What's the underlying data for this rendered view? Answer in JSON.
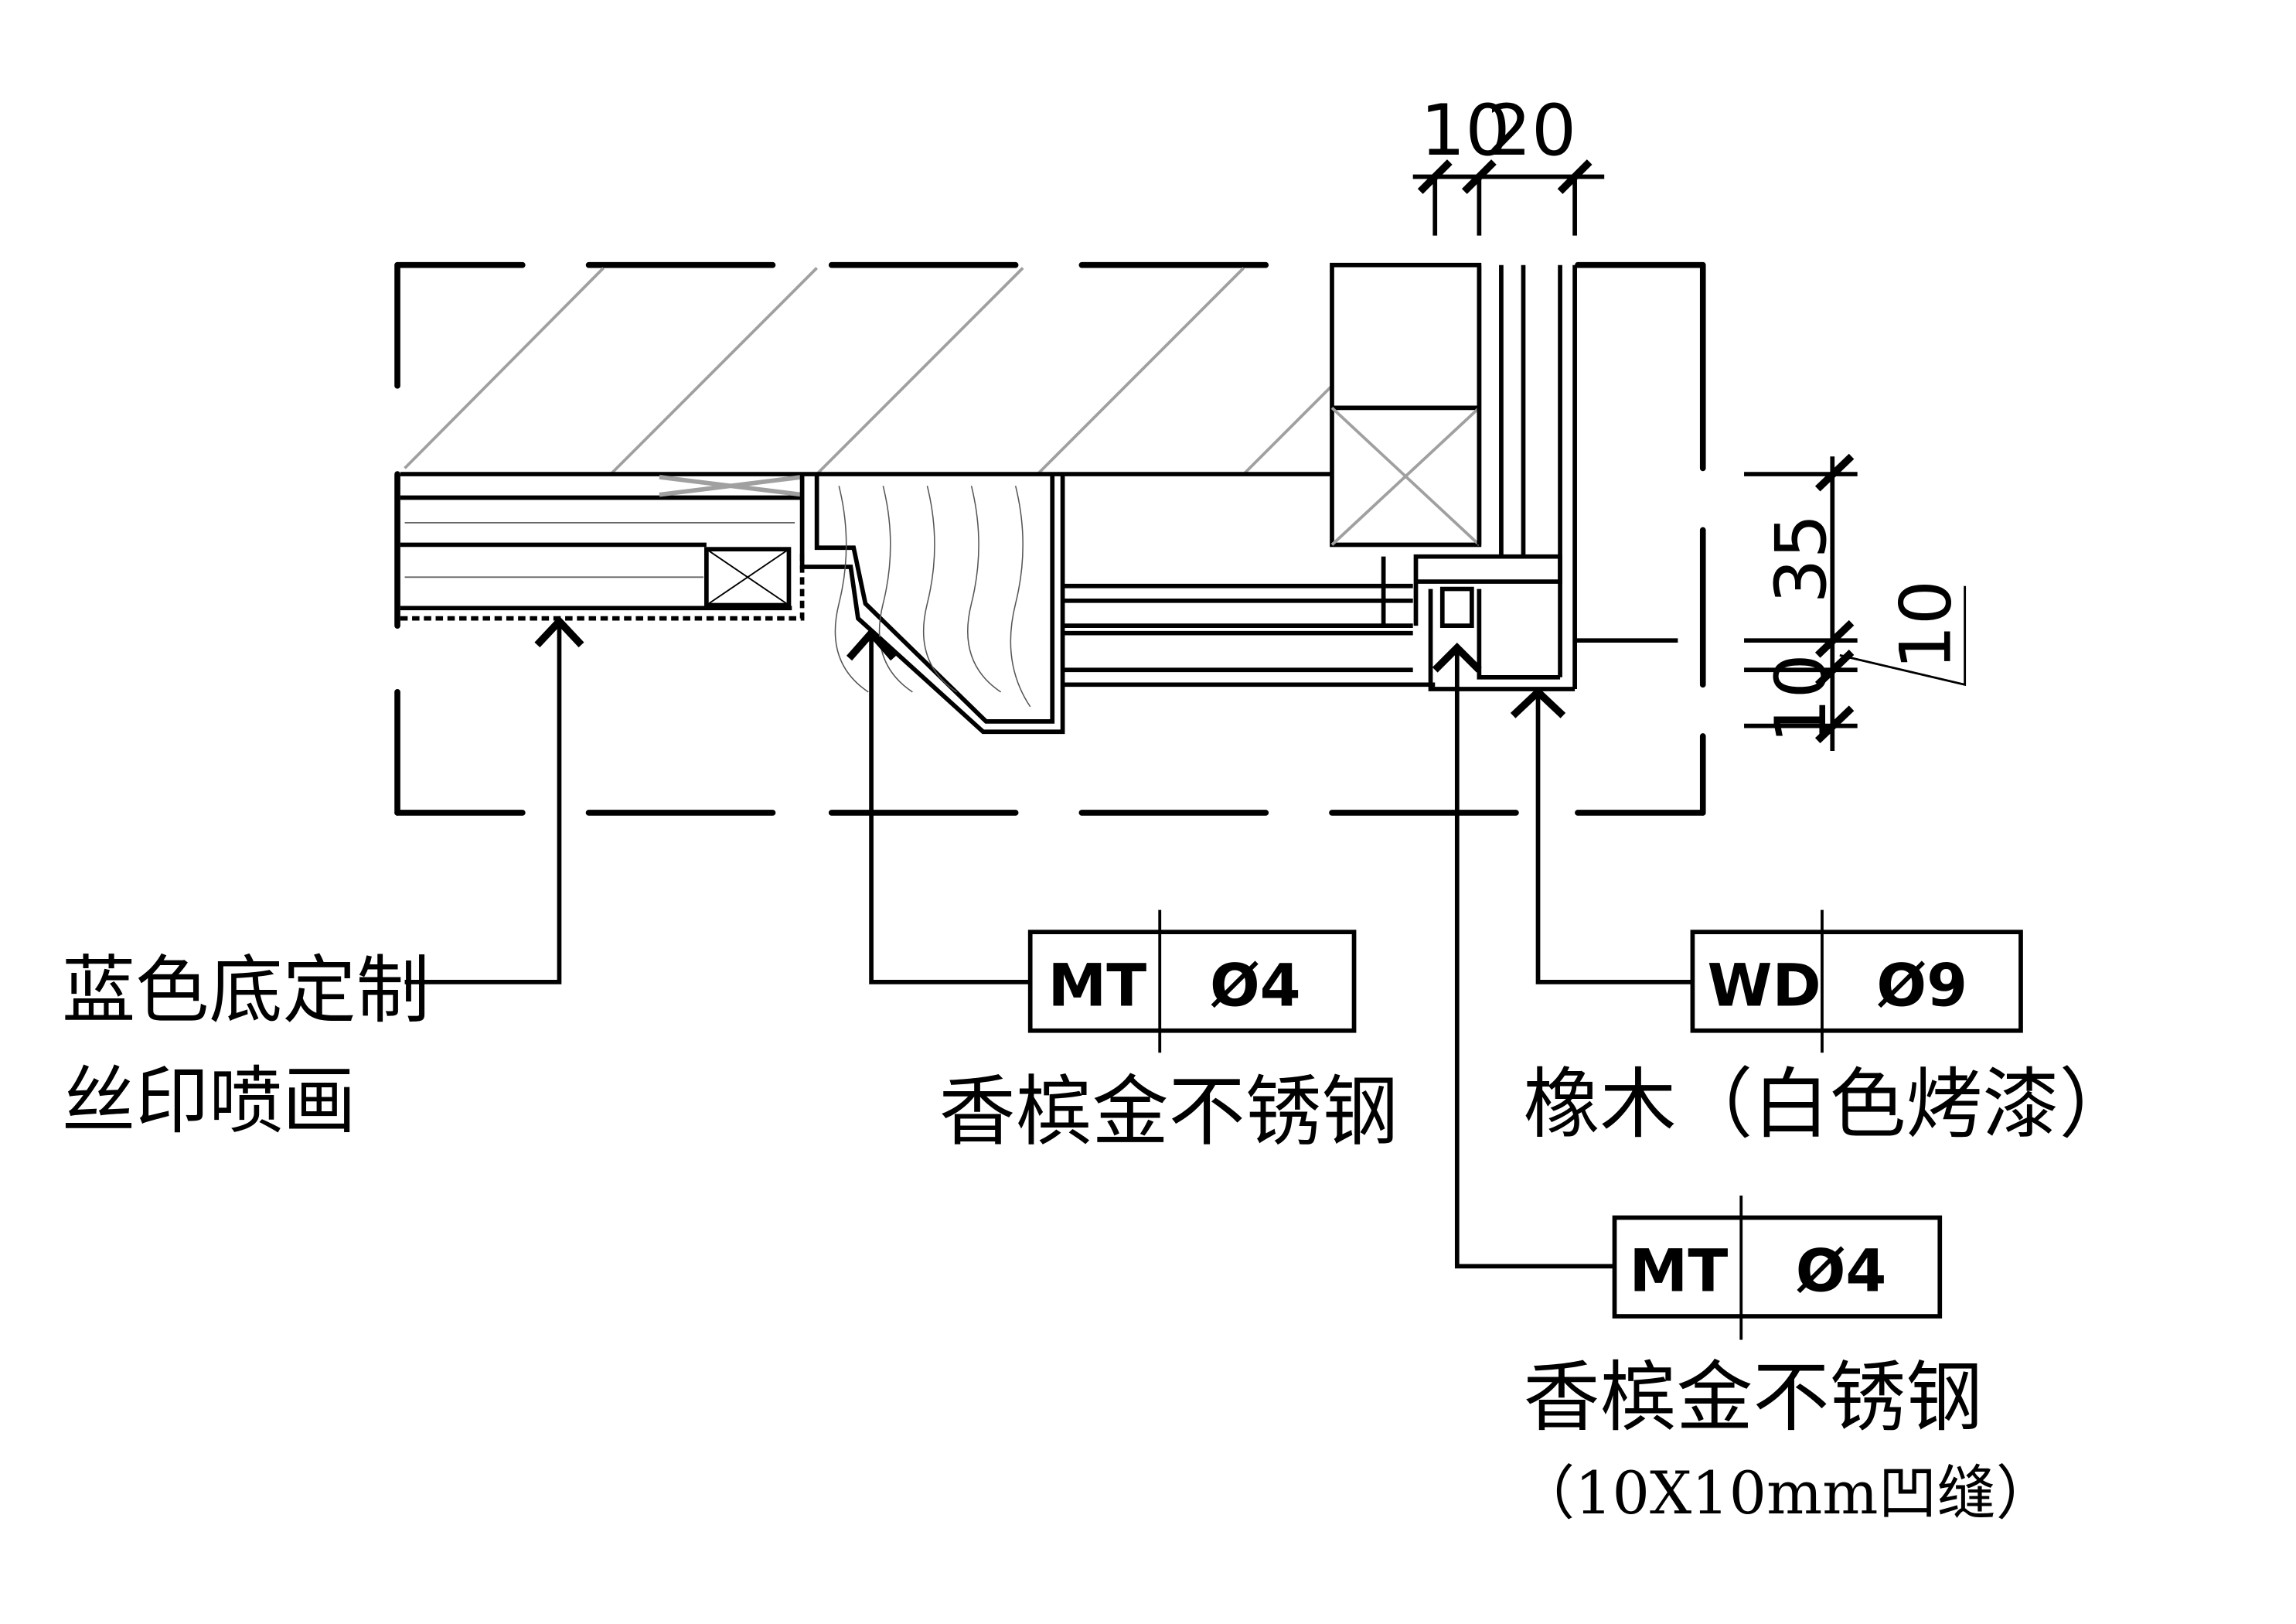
{
  "dimensions": {
    "top_a": "10",
    "top_b": "20",
    "right_a": "35",
    "right_b": "10",
    "right_c": "10"
  },
  "labels": {
    "print_line1": "蓝色底定制",
    "print_line2": "丝印喷画",
    "tag1": {
      "code": "MT",
      "num": "Ø4",
      "desc": "香槟金不锈钢"
    },
    "tag2": {
      "code": "WD",
      "num": "Ø9",
      "desc": "橡木（白色烤漆）"
    },
    "tag3": {
      "code": "MT",
      "num": "Ø4",
      "desc": "香槟金不锈钢",
      "note": "（10X10mm凹缝）"
    }
  },
  "colors": {
    "line": "#000000",
    "hatch": "#a0a0a0"
  }
}
